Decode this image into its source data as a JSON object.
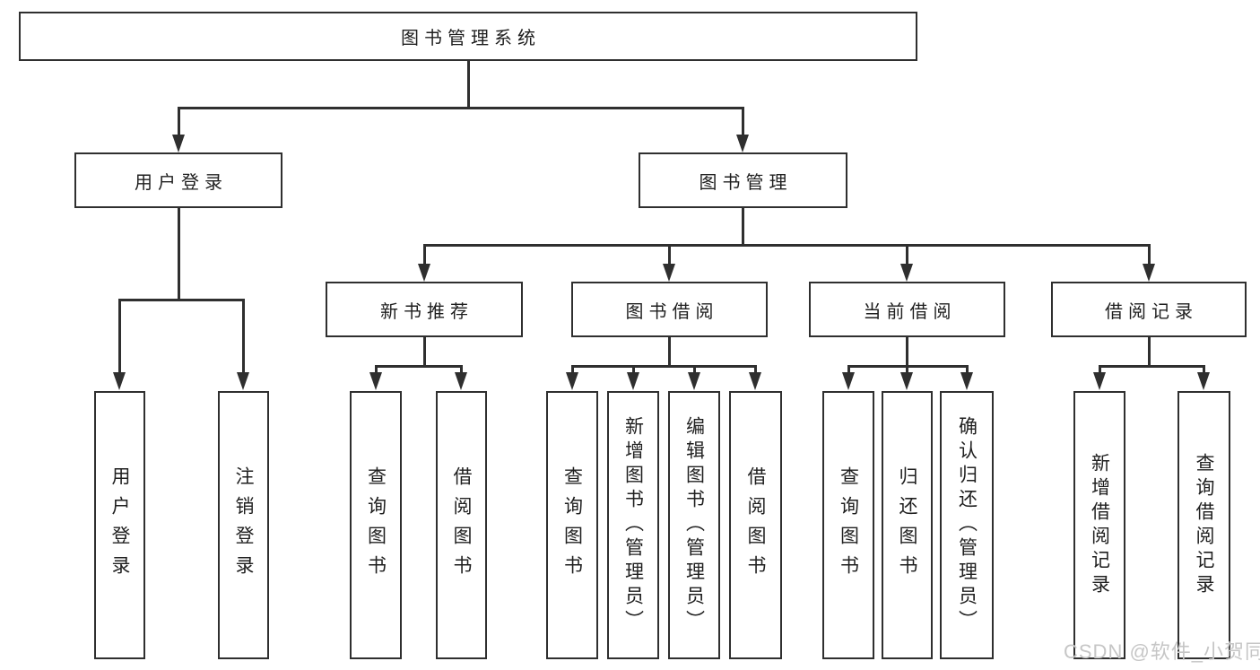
{
  "nodes": {
    "root": {
      "label": "图书管理系统"
    },
    "user_login": {
      "label": "用户登录"
    },
    "book_management": {
      "label": "图书管理"
    },
    "new_book_recommend": {
      "label": "新书推荐"
    },
    "book_borrowing": {
      "label": "图书借阅"
    },
    "current_borrowing": {
      "label": "当前借阅"
    },
    "borrowing_records": {
      "label": "借阅记录"
    },
    "leaf_user_login": {
      "label": "用户登录"
    },
    "leaf_logout": {
      "label": "注销登录"
    },
    "leaf_query_book_1": {
      "label": "查询图书"
    },
    "leaf_borrow_book_1": {
      "label": "借阅图书"
    },
    "leaf_query_book_2": {
      "label": "查询图书"
    },
    "leaf_add_book_admin": {
      "label": "新增图书（管理员）"
    },
    "leaf_edit_book_admin": {
      "label": "编辑图书（管理员）"
    },
    "leaf_borrow_book_2": {
      "label": "借阅图书"
    },
    "leaf_query_book_3": {
      "label": "查询图书"
    },
    "leaf_return_book": {
      "label": "归还图书"
    },
    "leaf_confirm_return_admin": {
      "label": "确认归还（管理员）"
    },
    "leaf_add_borrow_record": {
      "label": "新增借阅记录"
    },
    "leaf_query_borrow_record": {
      "label": "查询借阅记录"
    }
  },
  "hierarchy": {
    "图书管理系统": [
      "用户登录",
      "图书管理"
    ],
    "用户登录": [
      "用户登录",
      "注销登录"
    ],
    "图书管理": [
      "新书推荐",
      "图书借阅",
      "当前借阅",
      "借阅记录"
    ],
    "新书推荐": [
      "查询图书",
      "借阅图书"
    ],
    "图书借阅": [
      "查询图书",
      "新增图书（管理员）",
      "编辑图书（管理员）",
      "借阅图书"
    ],
    "当前借阅": [
      "查询图书",
      "归还图书",
      "确认归还（管理员）"
    ],
    "借阅记录": [
      "新增借阅记录",
      "查询借阅记录"
    ]
  },
  "watermark": {
    "text": "CSDN @软件_小贺同学"
  },
  "colors": {
    "stroke": "#2f2f2f",
    "text": "#1f1f1f",
    "watermark": "#c6c6c6",
    "background": "#ffffff"
  }
}
